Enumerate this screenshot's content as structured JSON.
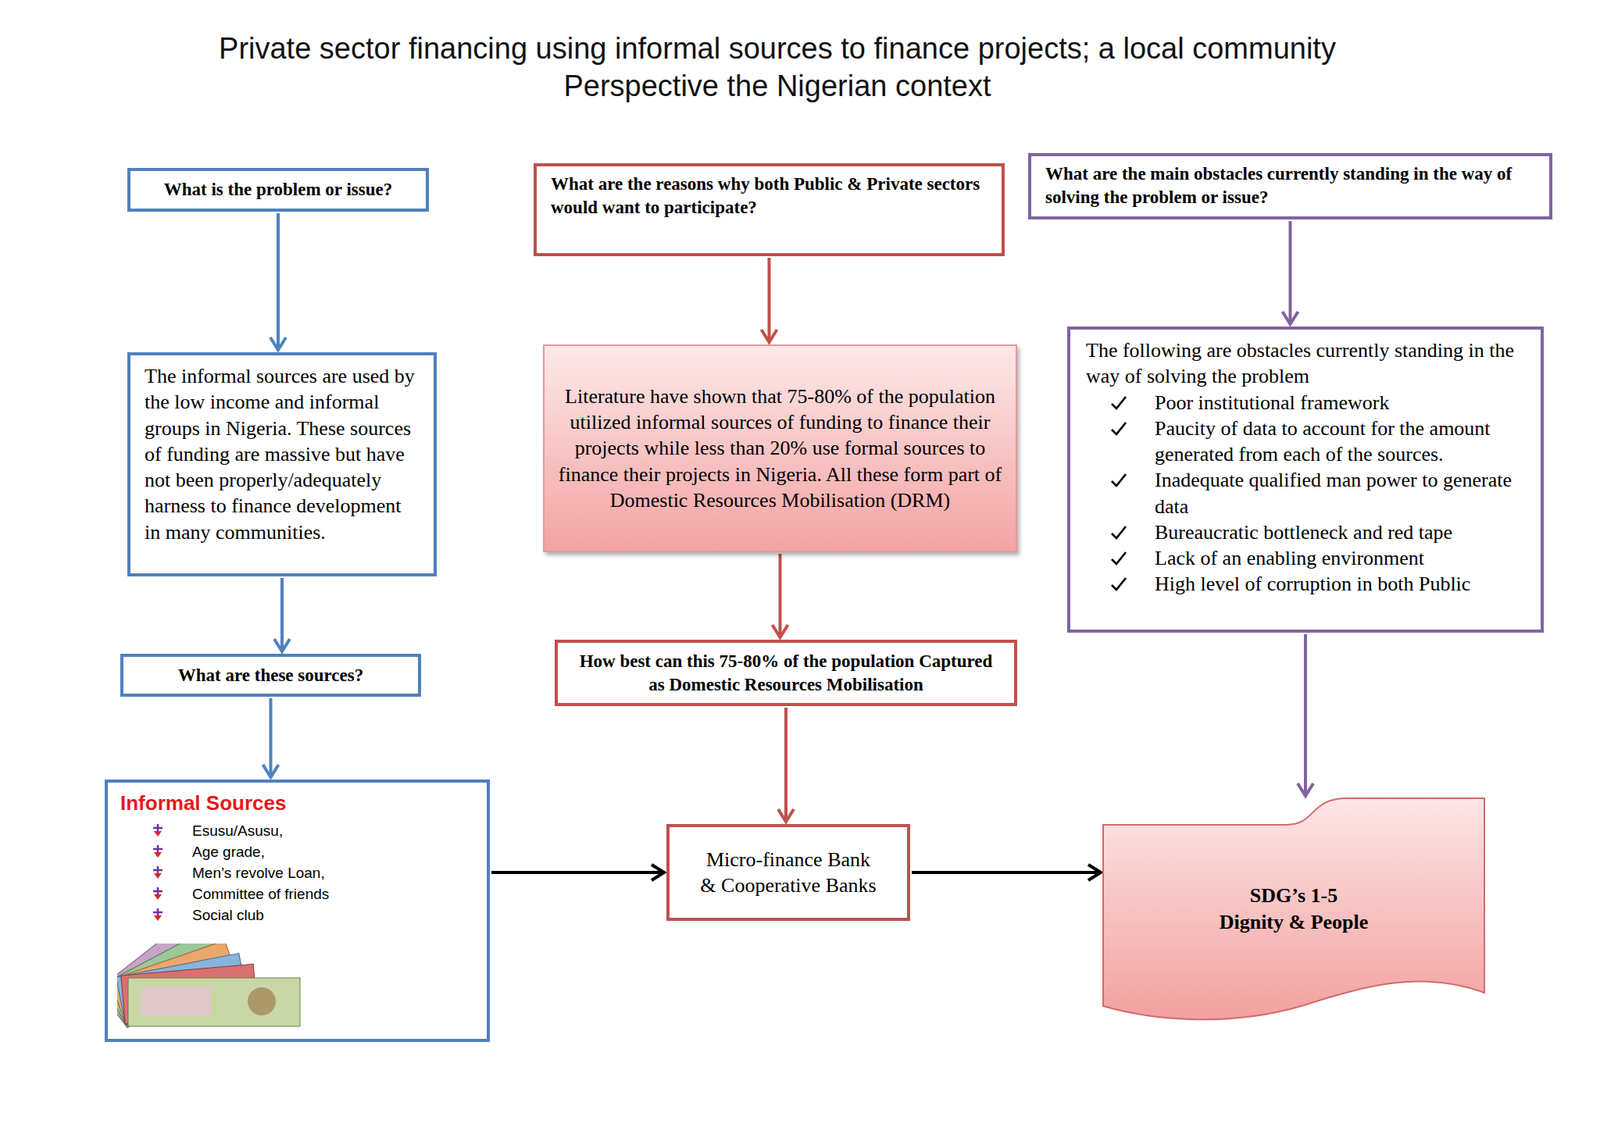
{
  "diagram": {
    "title": "Private sector financing using informal sources to finance projects; a local community Perspective the Nigerian context",
    "nodes": [
      {
        "text": [
          "What is the problem or issue?"
        ]
      },
      {
        "text": [
          "What are the reasons why both Public & Private sectors would want to participate?"
        ]
      },
      {
        "text": [
          "What are the main obstacles currently standing in the way of solving the problem or issue?"
        ]
      },
      {
        "text": [
          "The informal sources are used by the low income and informal groups in Nigeria. These sources of funding are massive but have not been properly/adequately harness to finance development in many communities."
        ]
      },
      {
        "text": [
          "Literature have shown that 75-80% of the population utilized informal sources of funding to finance their projects while less than 20% use formal sources to finance their projects in Nigeria. All these form part of Domestic Resources Mobilisation (DRM)"
        ]
      },
      {
        "text": [
          "The following are obstacles currently standing in the way of solving the problem",
          "Poor institutional framework",
          "Paucity of data to account for the amount generated from each of the sources.",
          "Inadequate qualified man power to generate data",
          "Bureaucratic bottleneck and red tape",
          "Lack of an enabling environment",
          "High level of corruption in both Public"
        ]
      },
      {
        "text": [
          "What are these sources?"
        ]
      },
      {
        "text": [
          "How best can this 75-80% of the population Captured as Domestic Resources Mobilisation"
        ]
      },
      {
        "text": [
          "Informal Sources",
          "Esusu/Asusu,",
          "Age grade,",
          "Men’s revolve Loan,",
          "Committee of friends",
          "Social club"
        ]
      },
      {
        "text": [
          "Micro-finance Bank & Cooperative Banks"
        ]
      },
      {
        "text": [
          "SDG’s 1-5 Dignity & People"
        ]
      }
    ],
    "edges": [
      {
        "from": 0,
        "to": 3,
        "arrow": "to"
      },
      {
        "from": 3,
        "to": 6,
        "arrow": "to"
      },
      {
        "from": 6,
        "to": 8,
        "arrow": "to"
      },
      {
        "from": 1,
        "to": 4,
        "arrow": "to"
      },
      {
        "from": 4,
        "to": 7,
        "arrow": "to"
      },
      {
        "from": 7,
        "to": 9,
        "arrow": "to"
      },
      {
        "from": 2,
        "to": 5,
        "arrow": "to"
      },
      {
        "from": 5,
        "to": 10,
        "arrow": "to"
      },
      {
        "from": 8,
        "to": 9,
        "arrow": "to"
      },
      {
        "from": 9,
        "to": 10,
        "arrow": "to"
      }
    ]
  }
}
